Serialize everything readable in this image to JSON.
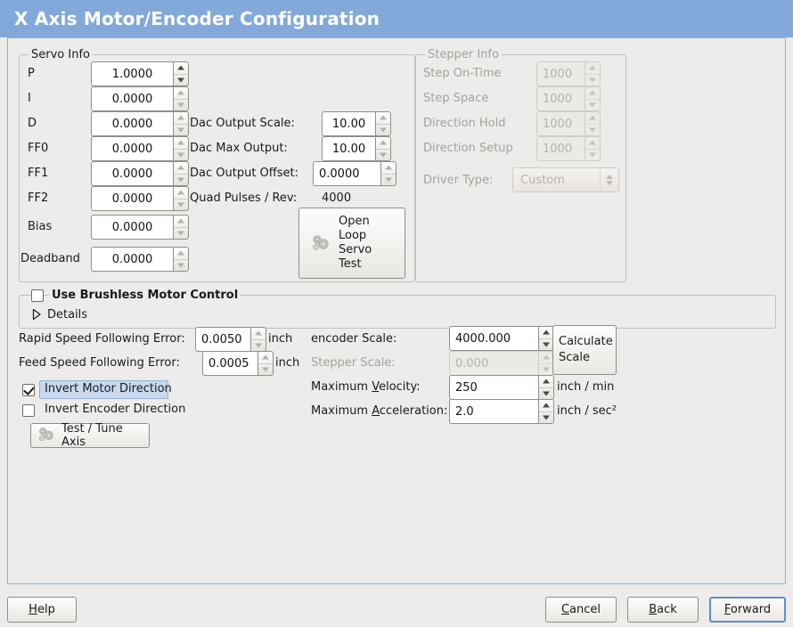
{
  "window": {
    "title": "X Axis Motor/Encoder Configuration",
    "header_color": "#82a9d9",
    "background_color": "#edecea"
  },
  "servo_info": {
    "legend": "Servo Info",
    "rows": [
      {
        "label": "P",
        "value": "1.0000"
      },
      {
        "label": "I",
        "value": "0.0000"
      },
      {
        "label": "D",
        "value": "0.0000"
      },
      {
        "label": "FF0",
        "value": "0.0000"
      },
      {
        "label": "FF1",
        "value": "0.0000"
      },
      {
        "label": "FF2",
        "value": "0.0000"
      },
      {
        "label": "Bias",
        "value": "0.0000"
      },
      {
        "label": "Deadband",
        "value": "0.0000"
      }
    ],
    "dac_output_scale_label": "Dac Output Scale:",
    "dac_output_scale_value": "10.00",
    "dac_max_output_label": "Dac Max Output:",
    "dac_max_output_value": "10.00",
    "dac_output_offset_label": "Dac Output Offset:",
    "dac_output_offset_value": "0.0000",
    "quad_pulses_label": "Quad Pulses / Rev:",
    "quad_pulses_value": "4000",
    "open_loop_test_button": "Open\nLoop\nServo\nTest",
    "open_loop_test_lines": [
      "Open",
      "Loop",
      "Servo",
      "Test"
    ]
  },
  "stepper_info": {
    "legend": "Stepper Info",
    "enabled": false,
    "rows": [
      {
        "label": "Step On-Time",
        "value": "1000"
      },
      {
        "label": "Step Space",
        "value": "1000"
      },
      {
        "label": "Direction Hold",
        "value": "1000"
      },
      {
        "label": "Direction Setup",
        "value": "1000"
      }
    ],
    "driver_type_label": "Driver Type:",
    "driver_type_value": "Custom"
  },
  "brushless": {
    "checkbox_label": "Use Brushless Motor Control",
    "checked": false,
    "details_label": "Details",
    "details_expanded": false
  },
  "tuning": {
    "rapid_following_error_label": "Rapid Speed Following Error:",
    "rapid_following_error_value": "0.0050",
    "rapid_following_error_unit": "inch",
    "feed_following_error_label": "Feed Speed Following Error:",
    "feed_following_error_value": "0.0005",
    "feed_following_error_unit": "inch",
    "invert_motor_label": "Invert Motor Direction",
    "invert_motor_checked": true,
    "invert_encoder_label": "Invert Encoder Direction",
    "invert_encoder_checked": false,
    "test_tune_button": "Test / Tune Axis"
  },
  "scaling": {
    "encoder_scale_label": "encoder Scale:",
    "encoder_scale_value": "4000.000",
    "stepper_scale_label": "Stepper Scale:",
    "stepper_scale_value": "0.000",
    "stepper_scale_enabled": false,
    "calculate_scale_lines": [
      "Calculate",
      "Scale"
    ],
    "max_velocity_label_pre": "Maximum ",
    "max_velocity_label_mnemonic": "V",
    "max_velocity_label_post": "elocity:",
    "max_velocity_value": "250",
    "max_velocity_unit": "inch / min",
    "max_accel_label_pre": "Maximum ",
    "max_accel_label_mnemonic": "A",
    "max_accel_label_post": "cceleration:",
    "max_accel_value": "2.0",
    "max_accel_unit": "inch / sec²"
  },
  "footer": {
    "help": {
      "pre": "",
      "mnemonic": "H",
      "post": "elp"
    },
    "cancel": {
      "pre": "",
      "mnemonic": "C",
      "post": "ancel"
    },
    "back": {
      "pre": "",
      "mnemonic": "B",
      "post": "ack"
    },
    "forward": {
      "pre": "",
      "mnemonic": "F",
      "post": "orward",
      "focused": true
    }
  }
}
